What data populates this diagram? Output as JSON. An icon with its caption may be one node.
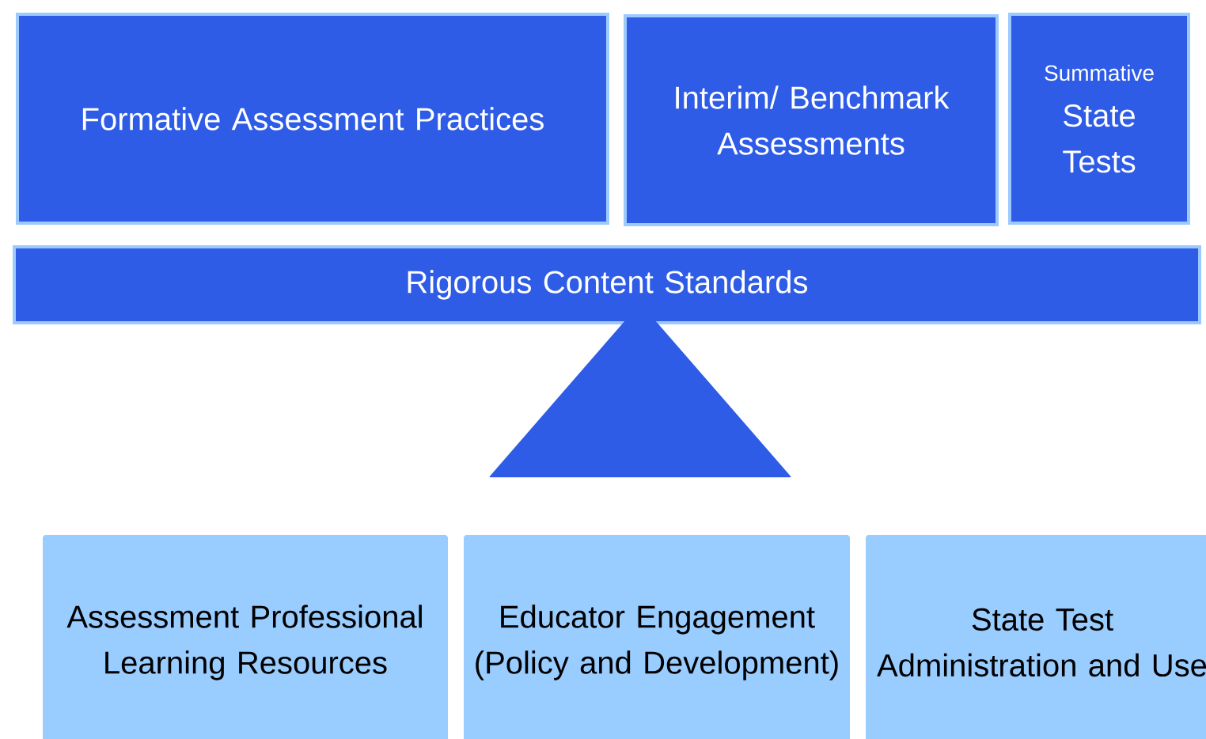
{
  "diagram": {
    "nodes": [
      {
        "text": [
          "Formative Assessment Practices"
        ]
      },
      {
        "text": [
          "Interim/ Benchmark Assessments"
        ]
      },
      {
        "text": [
          "Summative",
          "State Tests"
        ]
      },
      {
        "text": [
          "Rigorous Content Standards"
        ]
      },
      {
        "text": [],
        "shape": "triangle"
      },
      {
        "text": [
          "Assessment Professional Learning Resources"
        ]
      },
      {
        "text": [
          "Educator Engagement (Policy and Development)"
        ]
      },
      {
        "text": [
          "State Test Administration and Use"
        ]
      }
    ]
  }
}
